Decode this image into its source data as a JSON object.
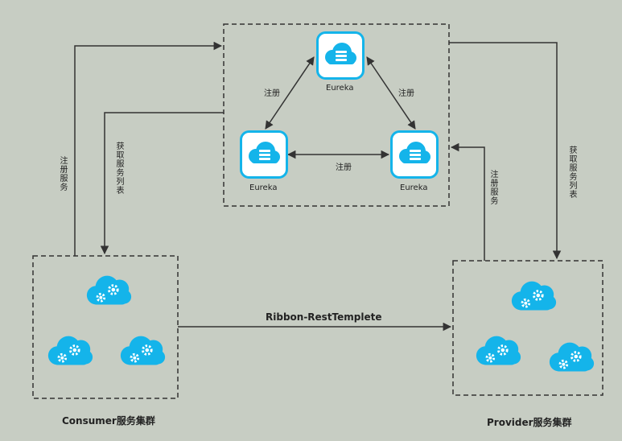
{
  "registry": {
    "nodes": [
      {
        "name": "Eureka"
      },
      {
        "name": "Eureka"
      },
      {
        "name": "Eureka"
      }
    ],
    "register_label": "注册"
  },
  "consumer": {
    "title": "Consumer服务集群"
  },
  "provider": {
    "title": "Provider服务集群"
  },
  "links": {
    "consumer_register": "注册服务",
    "consumer_fetch": "获取服务列表",
    "provider_register": "注册服务",
    "provider_fetch": "获取服务列表",
    "ribbon": "Ribbon-RestTemplete"
  },
  "colors": {
    "background": "#c7cdc3",
    "icon_blue": "#14b4ea",
    "line": "#333333"
  }
}
